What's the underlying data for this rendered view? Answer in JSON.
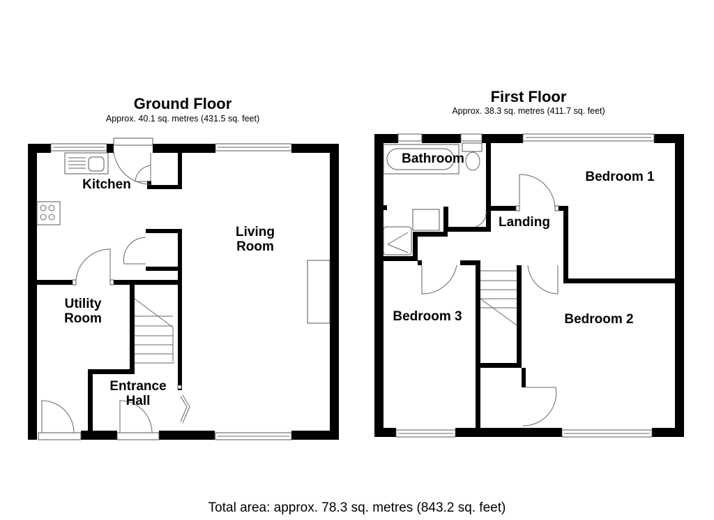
{
  "ground_floor": {
    "title": "Ground Floor",
    "area": "Approx. 40.1 sq. metres (431.5 sq. feet)",
    "rooms": {
      "kitchen": "Kitchen",
      "living_1": "Living",
      "living_2": "Room",
      "utility_1": "Utility",
      "utility_2": "Room",
      "entrance_1": "Entrance",
      "entrance_2": "Hall"
    }
  },
  "first_floor": {
    "title": "First Floor",
    "area": "Approx. 38.3 sq. metres (411.7 sq. feet)",
    "rooms": {
      "bathroom": "Bathroom",
      "bedroom1": "Bedroom 1",
      "landing": "Landing",
      "bedroom3": "Bedroom 3",
      "bedroom2": "Bedroom 2"
    }
  },
  "total_area": "Total area: approx. 78.3 sq. metres (843.2 sq. feet)"
}
